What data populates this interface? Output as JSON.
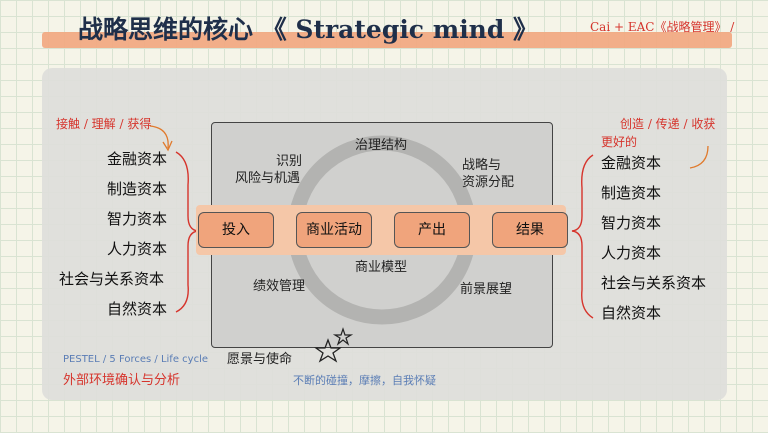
{
  "header": {
    "title": "战略思维的核心 《 Strategic mind 》",
    "credit": "Cai + EAC《战略管理》 /"
  },
  "left": {
    "note": "接触 / 理解 / 获得",
    "capitals": [
      "金融资本",
      "制造资本",
      "智力资本",
      "人力资本",
      "社会与关系资本",
      "自然资本"
    ],
    "footer_en": "PESTEL / 5 Forces / Life cycle",
    "footer_cn": "外部环境确认与分析"
  },
  "right": {
    "note": "创造 / 传递 / 收获",
    "better": "更好的",
    "capitals": [
      "金融资本",
      "制造资本",
      "智力资本",
      "人力资本",
      "社会与关系资本",
      "自然资本"
    ]
  },
  "core": {
    "governance": "治理结构",
    "risk_line1": "识别",
    "risk_line2": "风险与机遇",
    "strategy_line1": "战略与",
    "strategy_line2": "资源分配",
    "business_model": "商业模型",
    "performance": "绩效管理",
    "outlook": "前景展望"
  },
  "flow": [
    "投入",
    "商业活动",
    "产出",
    "结果"
  ],
  "mission": "愿景与使命",
  "bottom_note": "不断的碰撞，摩擦，自我怀疑",
  "colors": {
    "accent_orange": "#f0a47c",
    "band": "#f5c7a8",
    "red_text": "#d6342c",
    "blue_text": "#5a7db5",
    "title_navy": "#1f2f4a"
  }
}
